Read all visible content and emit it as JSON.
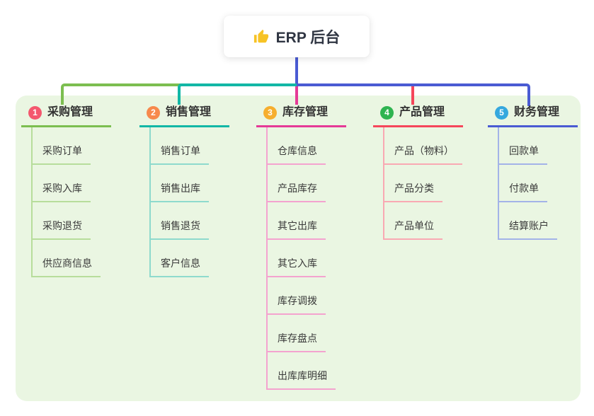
{
  "root": {
    "label": "ERP 后台",
    "icon": "thumbs-up"
  },
  "branches": [
    {
      "index": "1",
      "label": "采购管理",
      "children": [
        "采购订单",
        "采购入库",
        "采购退货",
        "供应商信息"
      ],
      "badge_color": "#F4586E",
      "line_color": "#7CBE50",
      "light_line_color": "#B7DD9B"
    },
    {
      "index": "2",
      "label": "销售管理",
      "children": [
        "销售订单",
        "销售出库",
        "销售退货",
        "客户信息"
      ],
      "badge_color": "#F7894C",
      "line_color": "#12B7A6",
      "light_line_color": "#8EDACD"
    },
    {
      "index": "3",
      "label": "库存管理",
      "children": [
        "仓库信息",
        "产品库存",
        "其它出库",
        "其它入库",
        "库存调拨",
        "库存盘点",
        "出库库明细"
      ],
      "badge_color": "#F6AE2E",
      "line_color": "#E53A97",
      "light_line_color": "#F4A3CF"
    },
    {
      "index": "4",
      "label": "产品管理",
      "children": [
        "产品（物料）",
        "产品分类",
        "产品单位"
      ],
      "badge_color": "#2EB450",
      "line_color": "#F5475B",
      "light_line_color": "#F9A9B3"
    },
    {
      "index": "5",
      "label": "财务管理",
      "children": [
        "回款单",
        "付款单",
        "结算账户"
      ],
      "badge_color": "#35A8DE",
      "line_color": "#4A5BD3",
      "light_line_color": "#A3B3E8"
    }
  ],
  "colors": {
    "panel_background": "#EAF6E2",
    "root_connector": "#4A5BD3"
  }
}
